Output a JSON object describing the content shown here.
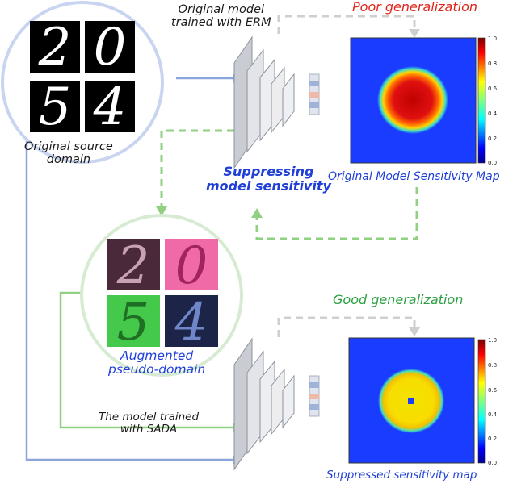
{
  "labels": {
    "original_model": [
      "Original model",
      "trained with ERM"
    ],
    "source_domain": [
      "Original source",
      "domain"
    ],
    "poor_generalization": "Poor generalization",
    "suppressing": [
      "Suppressing",
      "model sensitivity"
    ],
    "original_map_caption": "Original Model Sensitivity Map",
    "good_generalization": "Good generalization",
    "augmented_domain": [
      "Augmented",
      "pseudo-domain"
    ],
    "sada_model": [
      "The model trained",
      "with SADA"
    ],
    "suppressed_map_caption": "Suppressed sensitivity map"
  },
  "colorbar_ticks": [
    "1.0",
    "0.8",
    "0.6",
    "0.4",
    "0.2",
    "0.0"
  ],
  "source_digits": [
    "2",
    "0",
    "5",
    "4"
  ],
  "augmented_digits": [
    "2",
    "0",
    "5",
    "4"
  ],
  "colors": {
    "blue_arrow": "#8aa6dc",
    "green_arrow": "#8fd081",
    "gray_arrow": "#cfcfcf",
    "red_text": "#e0261b",
    "green_text": "#2ea043",
    "blue_text": "#1f3fd6"
  }
}
